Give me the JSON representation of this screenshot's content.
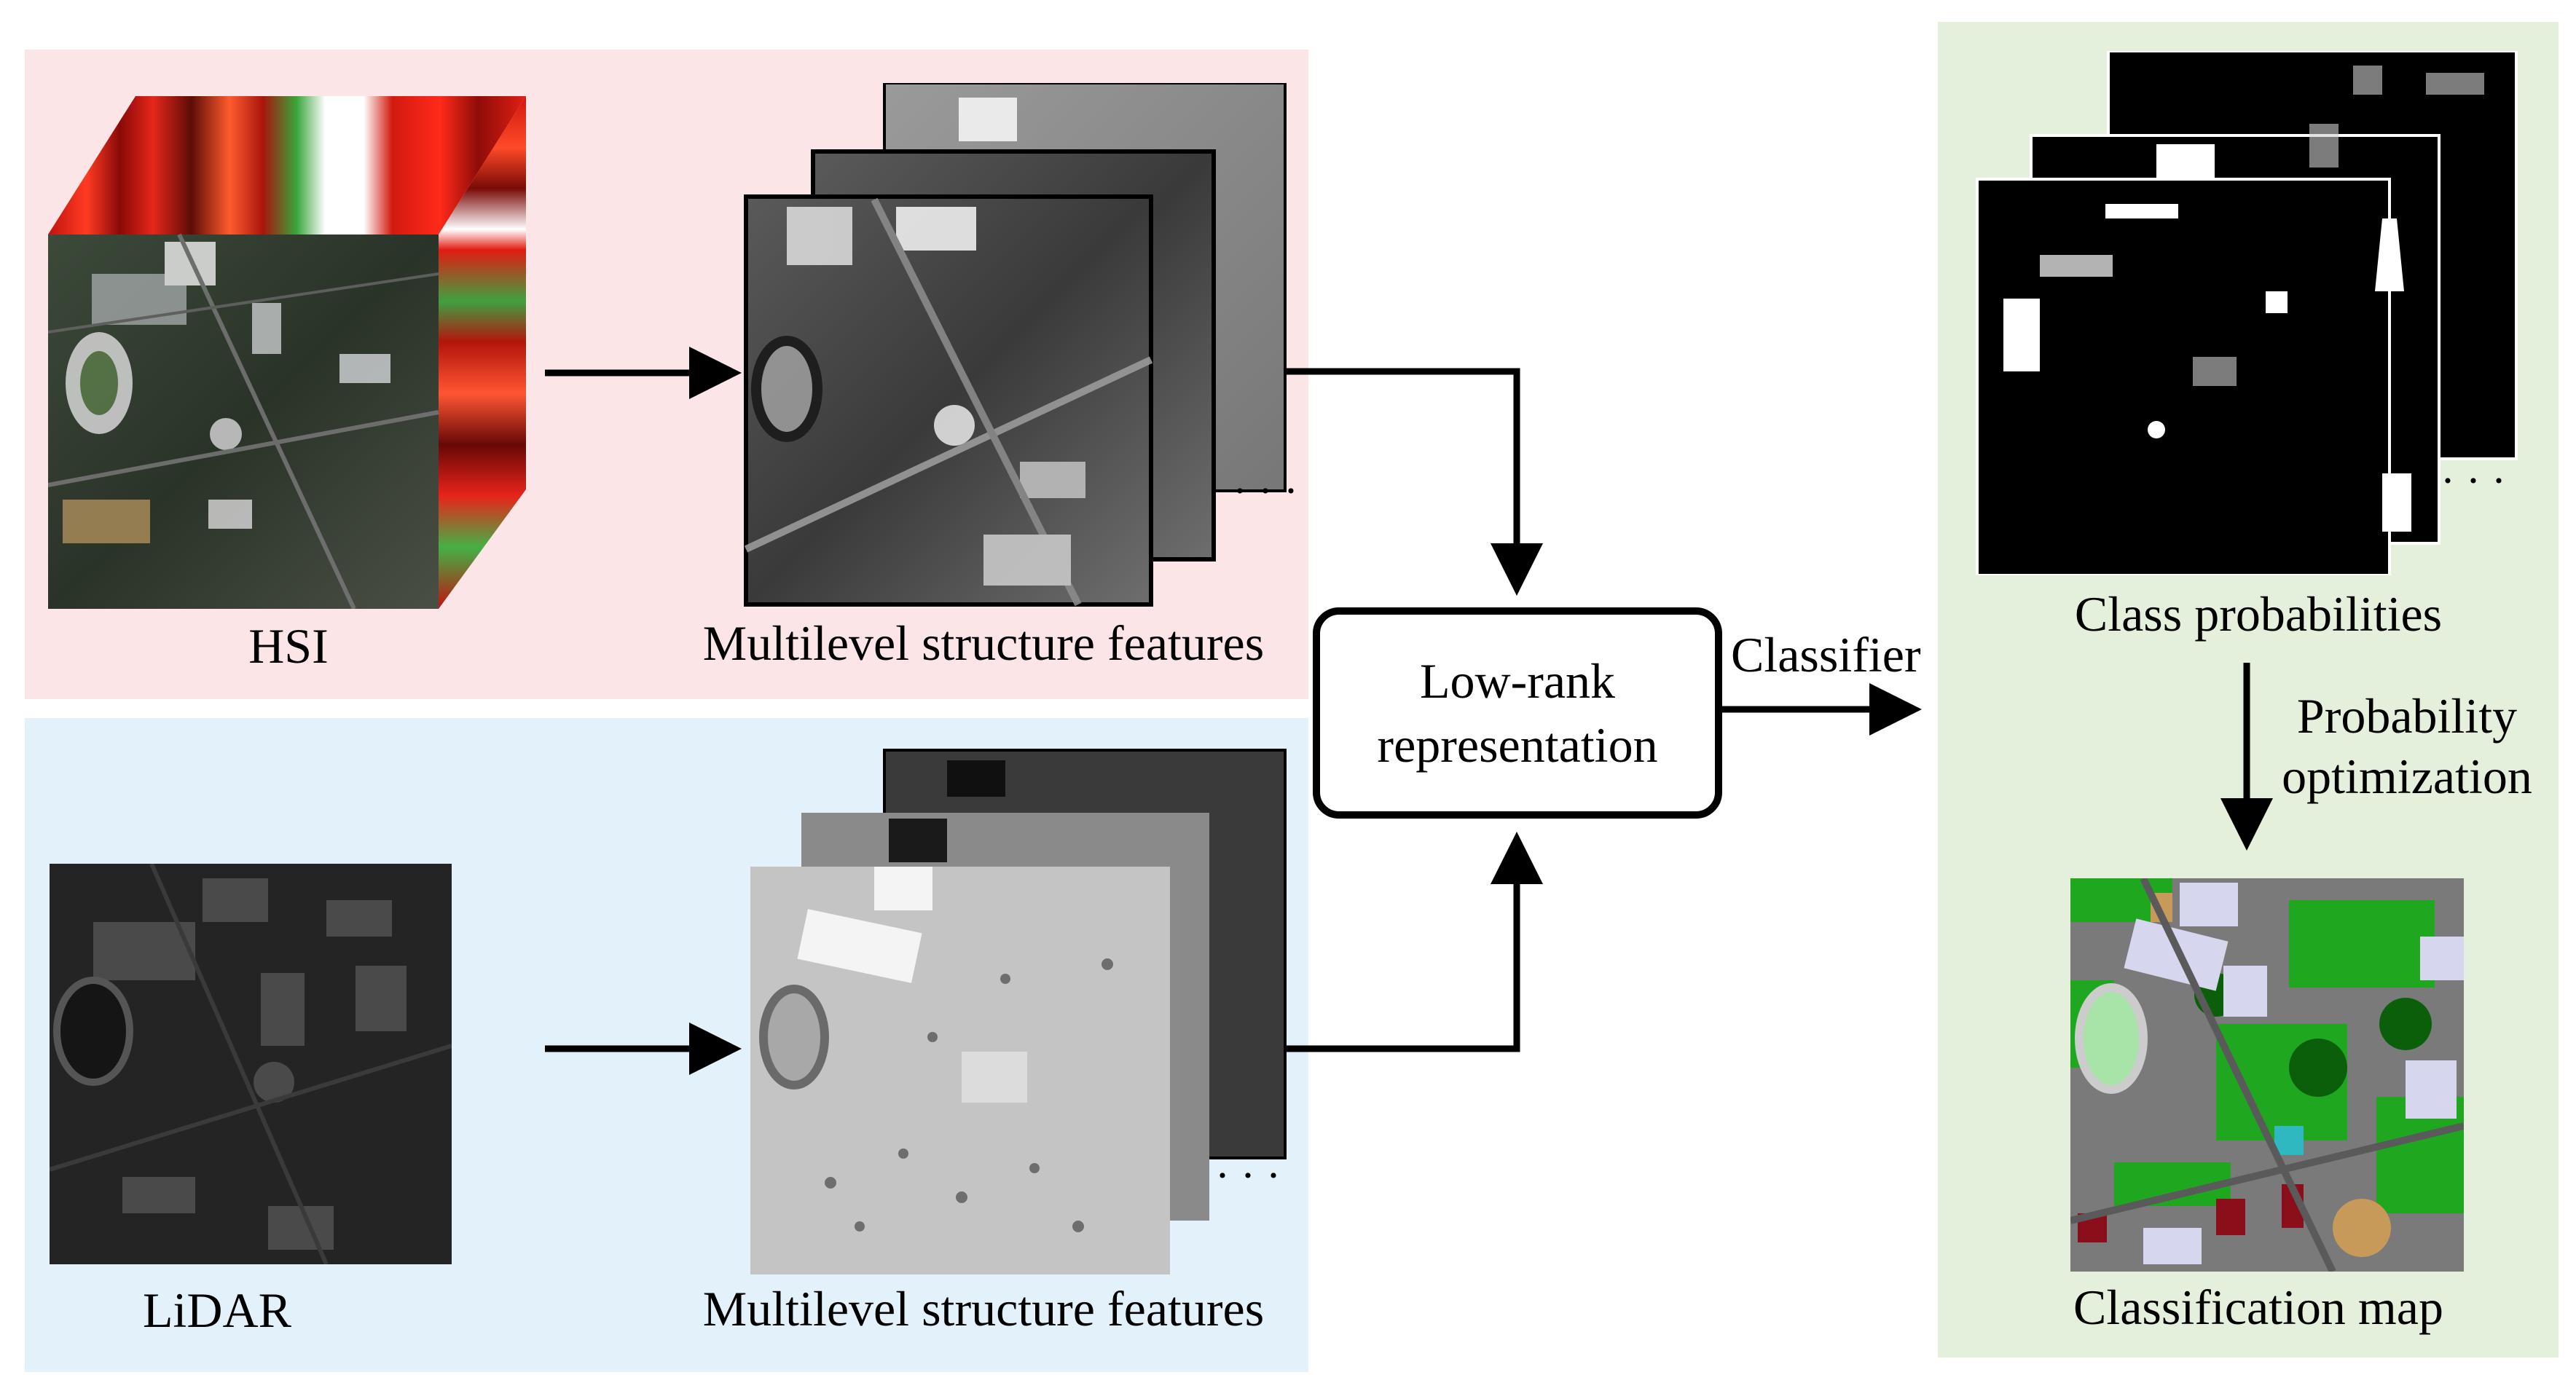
{
  "labels": {
    "hsi": "HSI",
    "lidar": "LiDAR",
    "multilevel_hsi": "Multilevel structure features",
    "multilevel_lidar": "Multilevel structure features",
    "lowrank_line1": "Low-rank",
    "lowrank_line2": "representation",
    "classifier": "Classifier",
    "class_probabilities": "Class probabilities",
    "prob_opt_line1": "Probability",
    "prob_opt_line2": "optimization",
    "classification_map": "Classification map"
  },
  "colors": {
    "hsi_panel": "#fbe5e6",
    "lidar_panel": "#e3f1fa",
    "output_panel": "#e4efdc",
    "arrow": "#000000"
  },
  "icons": {
    "hsi_cube": "hyperspectral-cube-image",
    "lidar": "lidar-elevation-image",
    "feature_stack": "feature-map-stack",
    "probability_stack": "probability-map-stack",
    "classification": "classification-map-image"
  }
}
